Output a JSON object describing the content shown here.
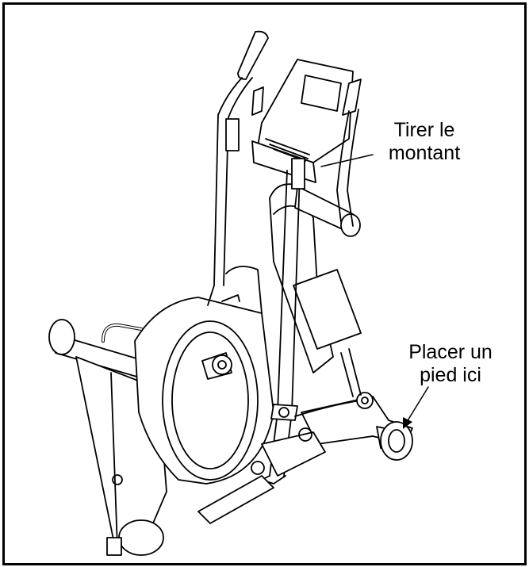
{
  "labels": {
    "pull_upright": {
      "line1": "Tirer le",
      "line2": "montant"
    },
    "place_foot": {
      "line1": "Placer un",
      "line2": "pied ici"
    }
  },
  "colors": {
    "line": "#000000",
    "background": "#ffffff"
  },
  "illustration": "elliptical-trainer"
}
